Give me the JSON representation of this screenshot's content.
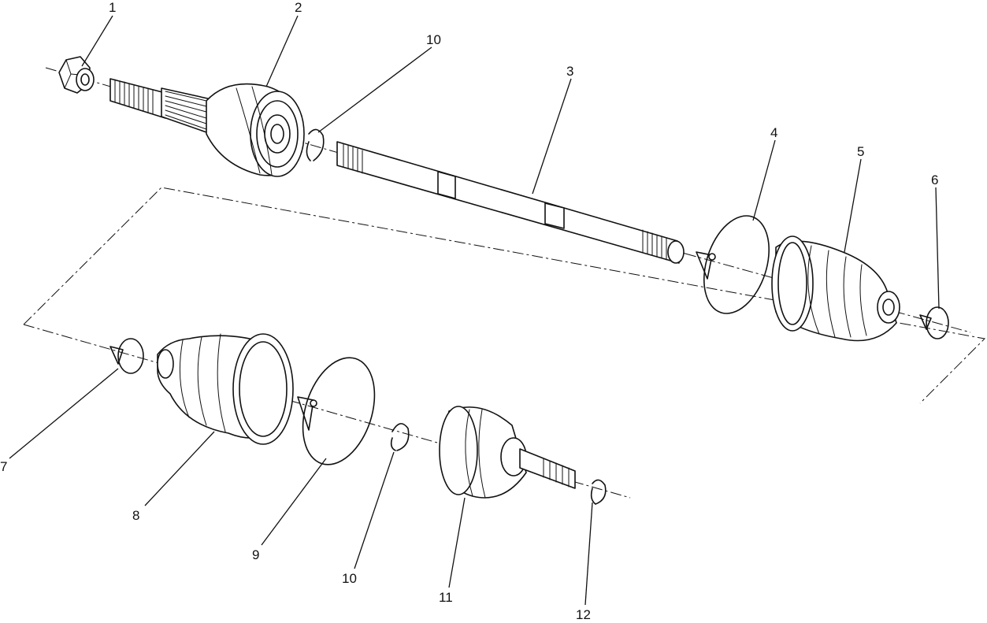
{
  "callouts": [
    {
      "id": "c1",
      "label": "1"
    },
    {
      "id": "c2",
      "label": "2"
    },
    {
      "id": "c3",
      "label": "3"
    },
    {
      "id": "c4",
      "label": "4"
    },
    {
      "id": "c5",
      "label": "5"
    },
    {
      "id": "c6",
      "label": "6"
    },
    {
      "id": "c7",
      "label": "7"
    },
    {
      "id": "c8",
      "label": "8"
    },
    {
      "id": "c9",
      "label": "9"
    },
    {
      "id": "c10a",
      "label": "10"
    },
    {
      "id": "c10b",
      "label": "10"
    },
    {
      "id": "c11",
      "label": "11"
    },
    {
      "id": "c12",
      "label": "12"
    }
  ]
}
